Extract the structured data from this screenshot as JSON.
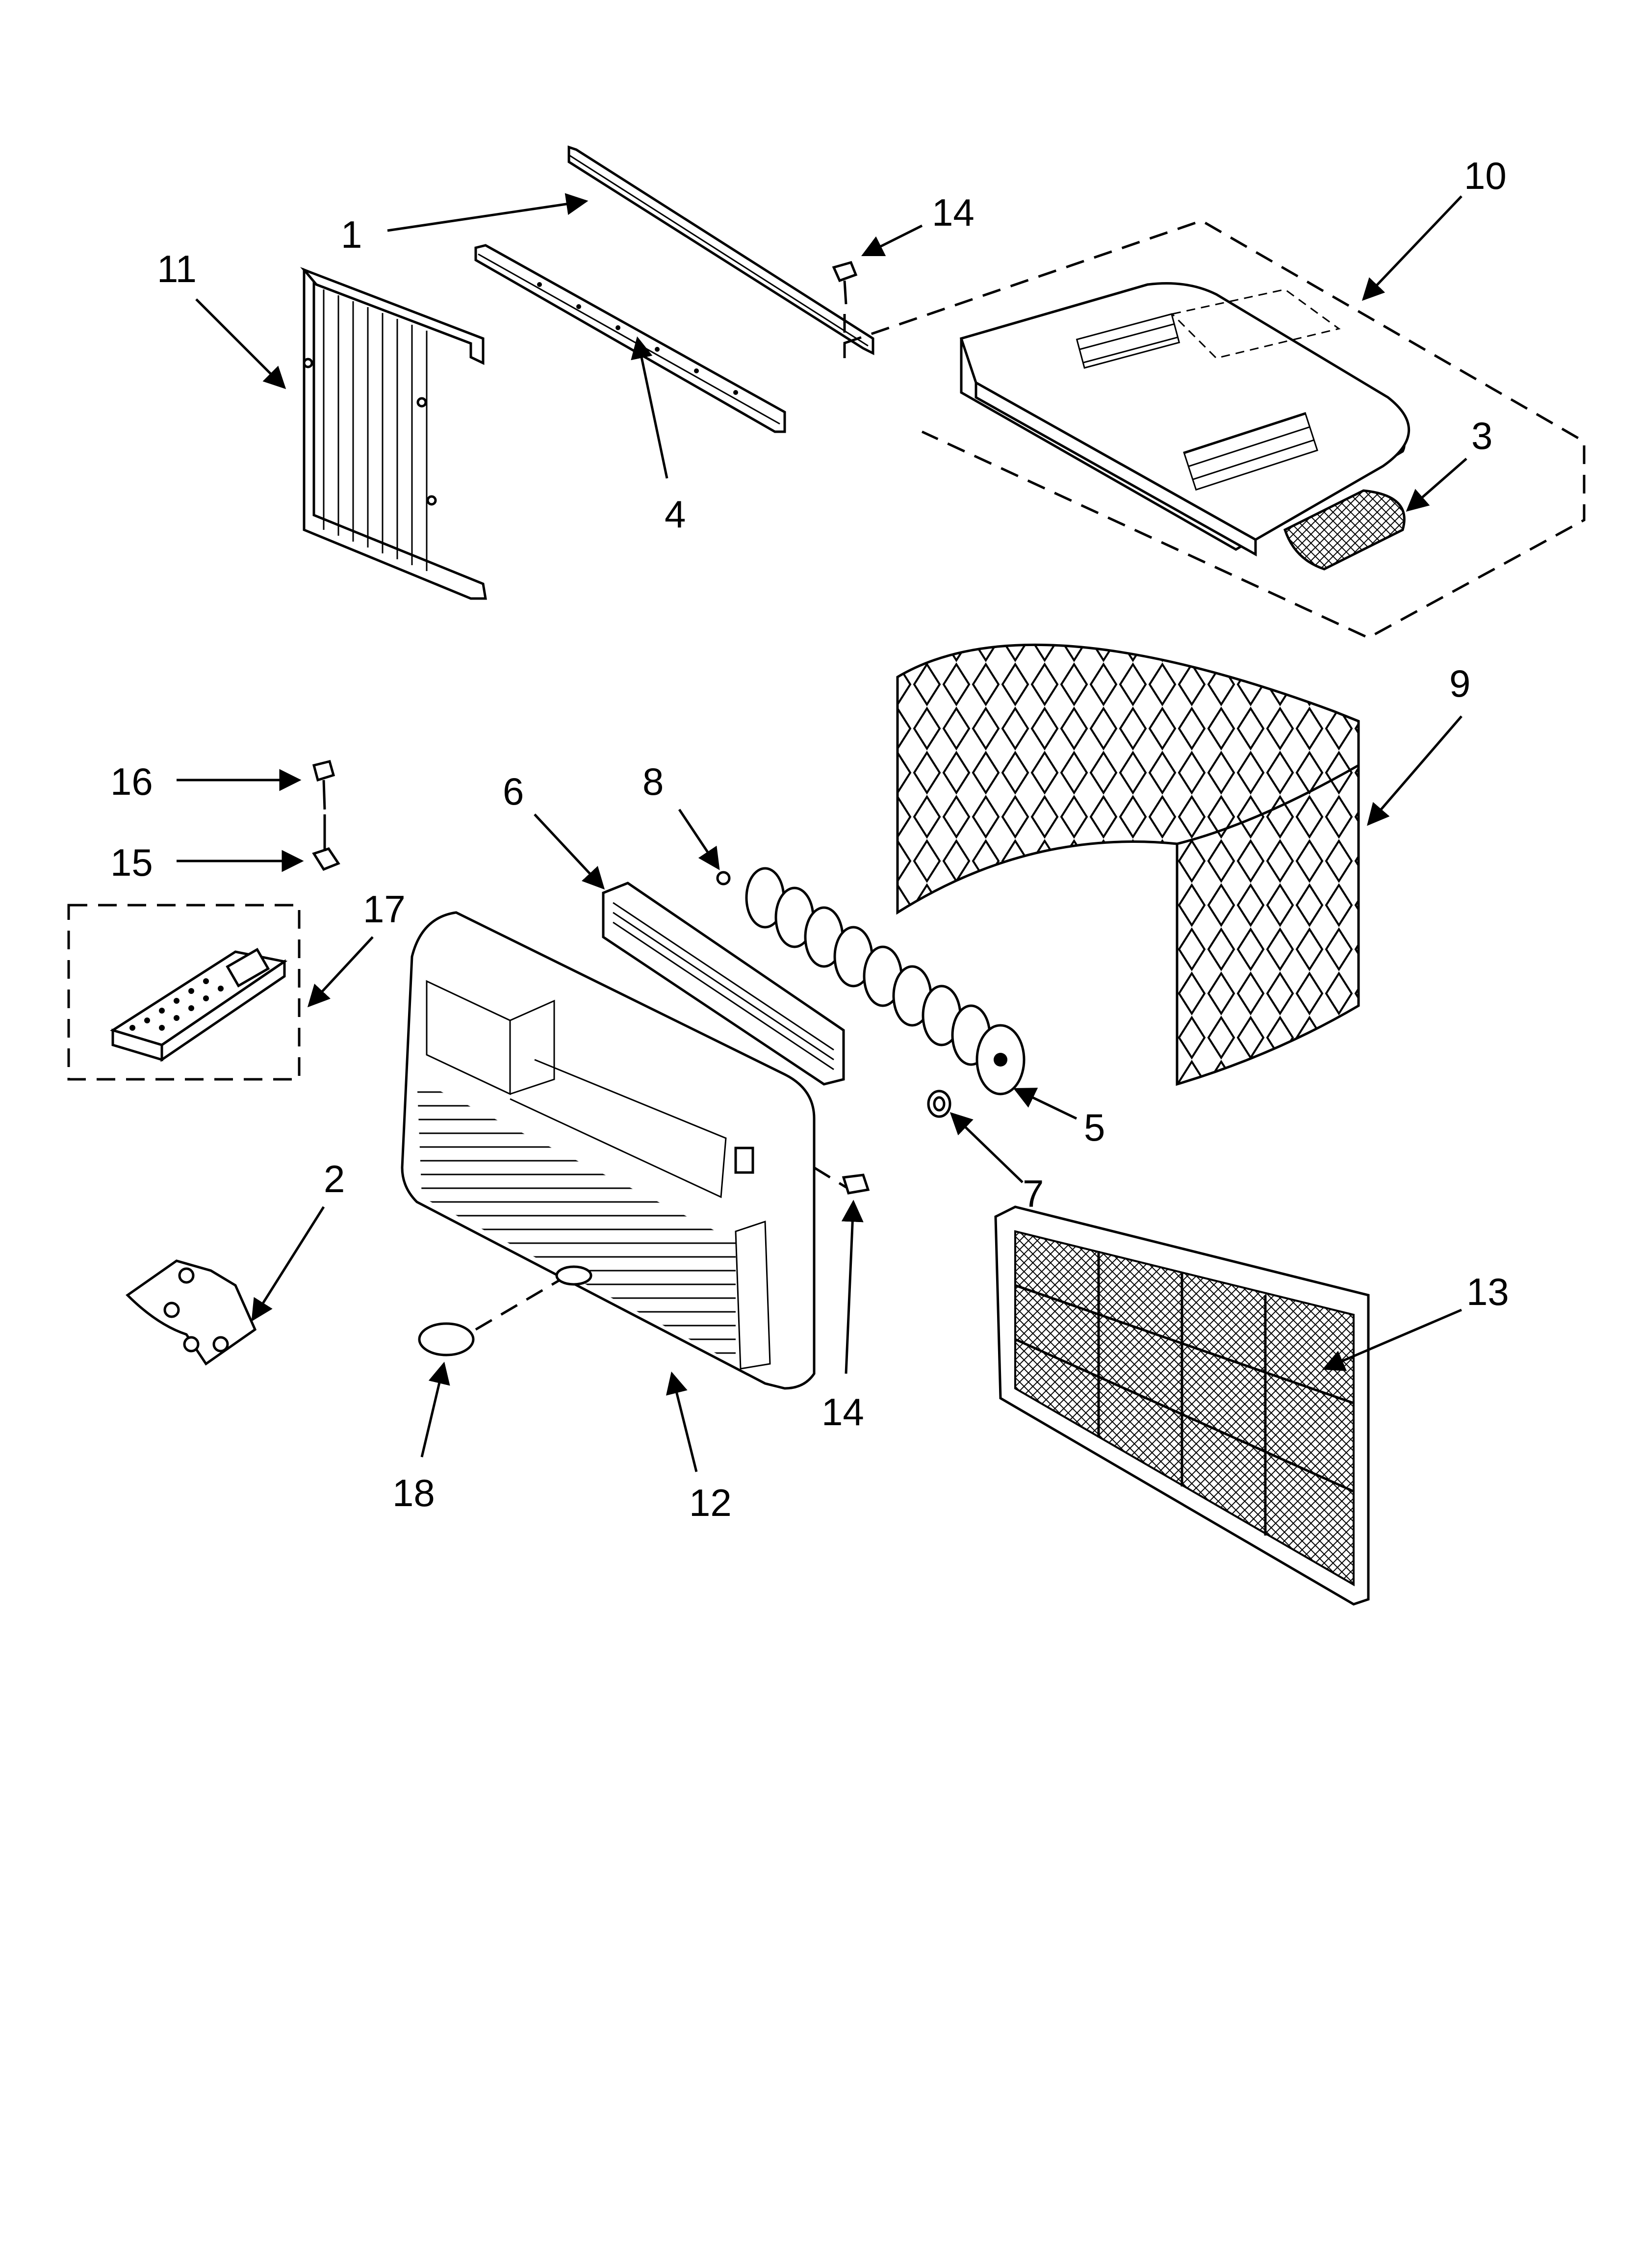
{
  "diagram": {
    "callouts": [
      {
        "id": "1",
        "text": "1"
      },
      {
        "id": "2",
        "text": "2"
      },
      {
        "id": "3",
        "text": "3"
      },
      {
        "id": "4",
        "text": "4"
      },
      {
        "id": "5",
        "text": "5"
      },
      {
        "id": "6",
        "text": "6"
      },
      {
        "id": "7",
        "text": "7"
      },
      {
        "id": "8",
        "text": "8"
      },
      {
        "id": "9",
        "text": "9"
      },
      {
        "id": "10",
        "text": "10"
      },
      {
        "id": "11",
        "text": "11"
      },
      {
        "id": "12",
        "text": "12"
      },
      {
        "id": "13",
        "text": "13"
      },
      {
        "id": "14a",
        "text": "14"
      },
      {
        "id": "14b",
        "text": "14"
      },
      {
        "id": "15",
        "text": "15"
      },
      {
        "id": "16",
        "text": "16"
      },
      {
        "id": "17",
        "text": "17"
      },
      {
        "id": "18",
        "text": "18"
      }
    ]
  }
}
